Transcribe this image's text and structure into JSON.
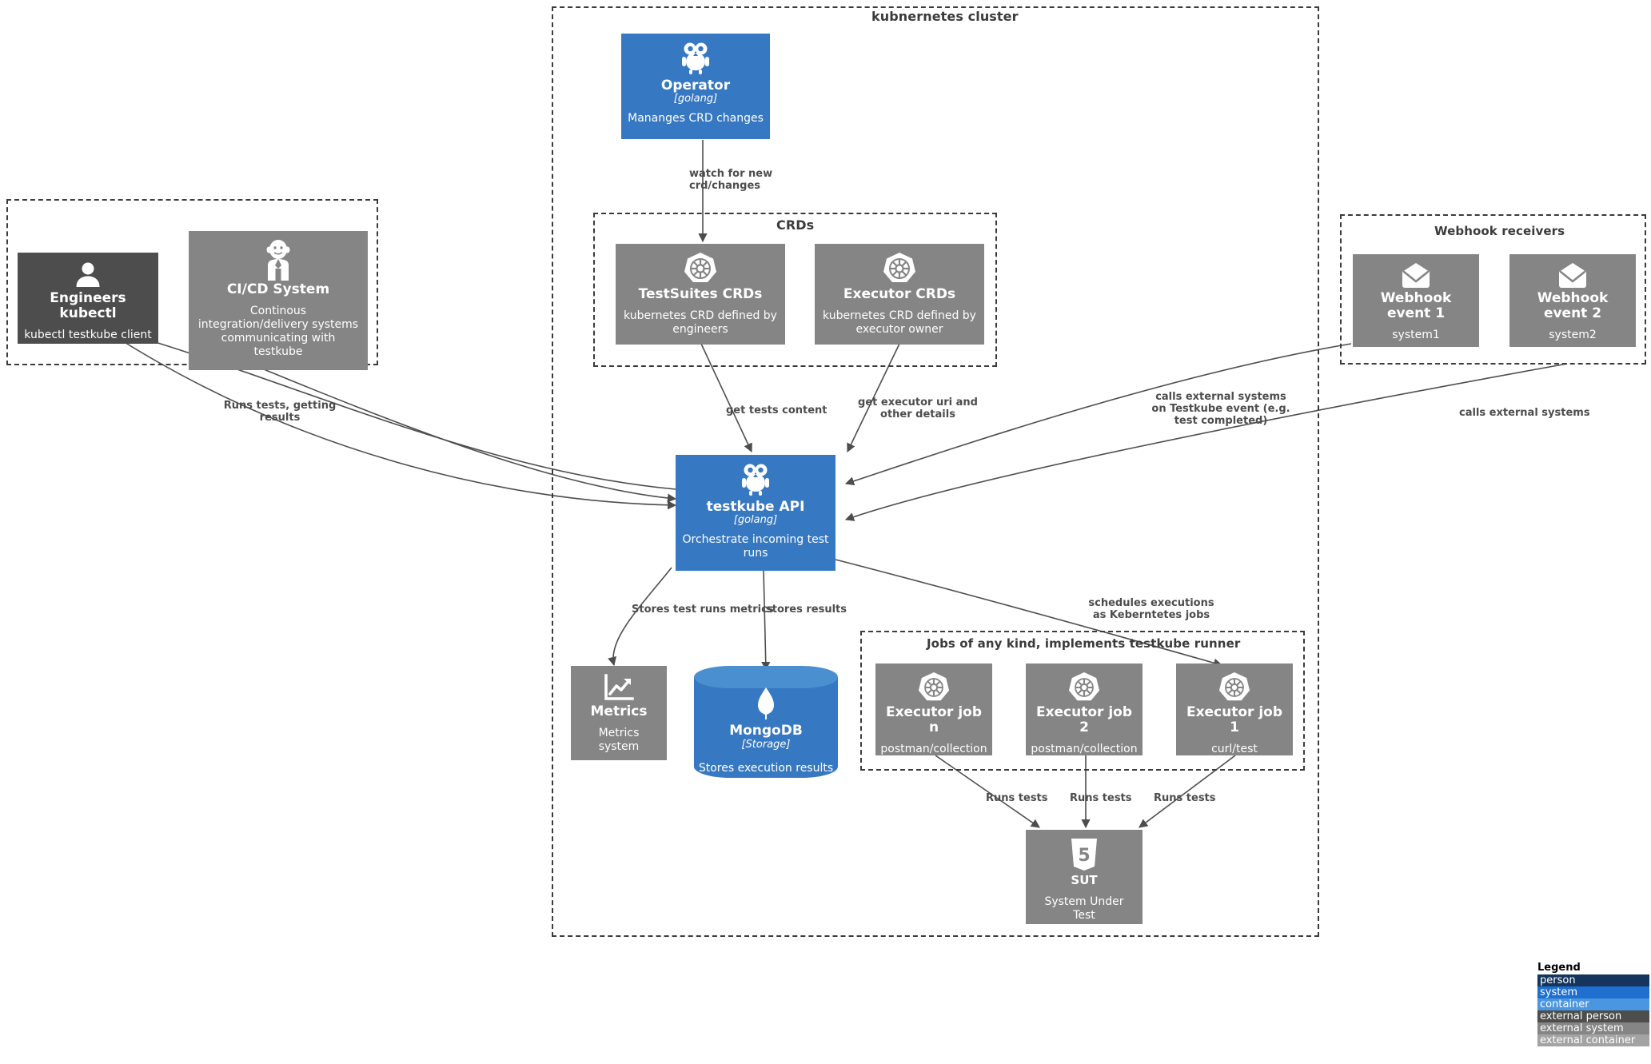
{
  "groups": {
    "cluster": {
      "title": "kubnernetes cluster"
    },
    "crds": {
      "title": "CRDs"
    },
    "clients": {
      "title": ""
    },
    "webhooks": {
      "title": "Webhook receivers"
    },
    "jobs": {
      "title": "Jobs of any kind, implements testkube runner"
    }
  },
  "nodes": {
    "operator": {
      "name": "Operator",
      "tech": "[golang]",
      "desc": "Mananges CRD changes",
      "icon": "gopher-icon",
      "color": "#3778c2"
    },
    "testsuite_crds": {
      "name": "TestSuites CRDs",
      "tech": "",
      "desc": "kubernetes CRD defined by engineers",
      "icon": "kubernetes-icon",
      "color": "#858585"
    },
    "executor_crds": {
      "name": "Executor CRDs",
      "tech": "",
      "desc": "kubernetes CRD defined by executor owner",
      "icon": "kubernetes-icon",
      "color": "#858585"
    },
    "testkube_api": {
      "name": "testkube API",
      "tech": "[golang]",
      "desc": "Orchestrate incoming test runs",
      "icon": "gopher-icon",
      "color": "#3778c2"
    },
    "engineers": {
      "name": "Engineers kubectl",
      "tech": "",
      "desc": "kubectl testkube client",
      "icon": "person-icon",
      "color": "#4d4d4d"
    },
    "cicd": {
      "name": "CI/CD System",
      "tech": "",
      "desc": "Continous integration/delivery systems communicating with testkube",
      "icon": "jenkins-butler-icon",
      "color": "#858585"
    },
    "webhook1": {
      "name": "Webhook event 1",
      "tech": "",
      "desc": "system1",
      "icon": "envelope-icon",
      "color": "#858585"
    },
    "webhook2": {
      "name": "Webhook event 2",
      "tech": "",
      "desc": "system2",
      "icon": "envelope-icon",
      "color": "#858585"
    },
    "metrics": {
      "name": "Metrics",
      "tech": "",
      "desc": "Metrics system",
      "icon": "chart-line-icon",
      "color": "#858585"
    },
    "mongodb": {
      "name": "MongoDB",
      "tech": "[Storage]",
      "desc": "Stores execution results",
      "icon": "mongo-leaf-icon",
      "color": "#3778c2"
    },
    "executor_job_n": {
      "name": "Executor job n",
      "tech": "",
      "desc": "postman/collection",
      "icon": "kubernetes-icon",
      "color": "#858585"
    },
    "executor_job_2": {
      "name": "Executor job 2",
      "tech": "",
      "desc": "postman/collection",
      "icon": "kubernetes-icon",
      "color": "#858585"
    },
    "executor_job_1": {
      "name": "Executor job 1",
      "tech": "",
      "desc": "curl/test",
      "icon": "kubernetes-icon",
      "color": "#858585"
    },
    "sut": {
      "name": "SUT",
      "tech": "",
      "desc": "System Under Test",
      "icon": "html5-icon",
      "color": "#858585"
    }
  },
  "edge_labels": {
    "watch_crd": "watch for new\ncrd/changes",
    "get_tests": "get tests content",
    "get_executor_uri": "get executor uri and\nother details",
    "runs_tests_results": "Runs tests, getting\nresults",
    "calls_ext_event": "calls external systems\non Testkube event (e.g.\ntest completed)",
    "calls_ext": "calls external systems",
    "stores_metrics": "Stores test runs metrics",
    "stores_results": "stores results",
    "schedules": "schedules executions\nas Keberntetes jobs",
    "runs_tests_n": "Runs tests",
    "runs_tests_2": "Runs tests",
    "runs_tests_1": "Runs tests"
  },
  "legend": {
    "title": "Legend",
    "items": [
      {
        "label": "person",
        "color": "#15355e"
      },
      {
        "label": "system",
        "color": "#1f6fd0"
      },
      {
        "label": "container",
        "color": "#4a96e0"
      },
      {
        "label": "external person",
        "color": "#4d4d4d"
      },
      {
        "label": "external system",
        "color": "#858585"
      },
      {
        "label": "external container",
        "color": "#a3a3a3"
      }
    ]
  }
}
